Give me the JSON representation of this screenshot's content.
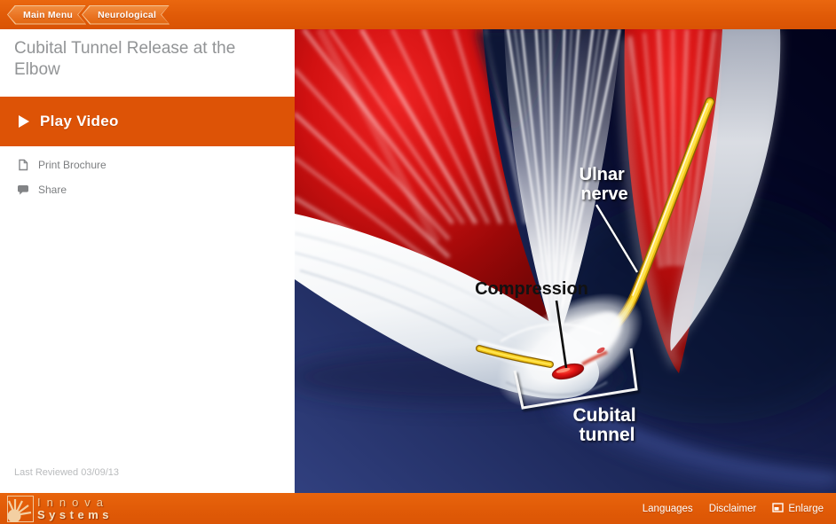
{
  "topbar": {
    "breadcrumbs": [
      {
        "label": "Main Menu"
      },
      {
        "label": "Neurological"
      }
    ]
  },
  "panel": {
    "title": "Cubital Tunnel Release at the Elbow",
    "play_video": {
      "label": "Play Video"
    },
    "actions": {
      "print": {
        "label": "Print Brochure"
      },
      "share": {
        "label": "Share"
      }
    },
    "last_reviewed": "Last Reviewed 03/09/13"
  },
  "illustration": {
    "labels": {
      "ulnar_nerve": {
        "line1": "Ulnar",
        "line2": "nerve"
      },
      "compression": "Compression",
      "cubital_tunnel": {
        "line1": "Cubital",
        "line2": "tunnel"
      }
    }
  },
  "footer": {
    "logo": {
      "line1": "Innova",
      "line2": "Systems"
    },
    "links": {
      "languages": "Languages",
      "disclaimer": "Disclaimer",
      "enlarge": "Enlarge"
    }
  },
  "colors": {
    "accent_orange": "#DD5306",
    "bar_orange": "#E05A07",
    "breadcrumb_orange": "#EA7423",
    "nerve_yellow": "#EEC113",
    "muscle_red": "#C41010",
    "background_navy": "#101741",
    "title_gray": "#929496"
  }
}
